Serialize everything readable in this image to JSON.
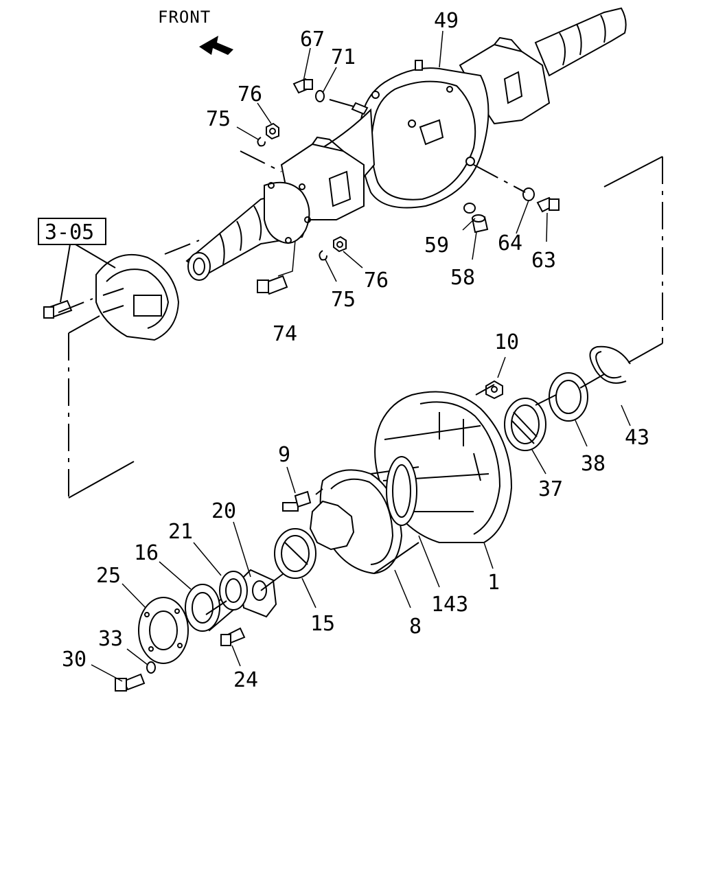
{
  "direction_label": "FRONT",
  "reference_box": "3-05",
  "callouts": {
    "c49": "49",
    "c67": "67",
    "c71": "71",
    "c76a": "76",
    "c75a": "75",
    "c59": "59",
    "c58": "58",
    "c64": "64",
    "c63": "63",
    "c76b": "76",
    "c75b": "75",
    "c74": "74",
    "c10": "10",
    "c43": "43",
    "c38": "38",
    "c37": "37",
    "c9": "9",
    "c20": "20",
    "c21": "21",
    "c16": "16",
    "c25": "25",
    "c1": "1",
    "c143": "143",
    "c8": "8",
    "c15": "15",
    "c33": "33",
    "c30": "30",
    "c24": "24"
  },
  "icons": {
    "front_arrow": "arrow-up-left-icon"
  },
  "colors": {
    "ink": "#000000",
    "paper": "#ffffff"
  }
}
